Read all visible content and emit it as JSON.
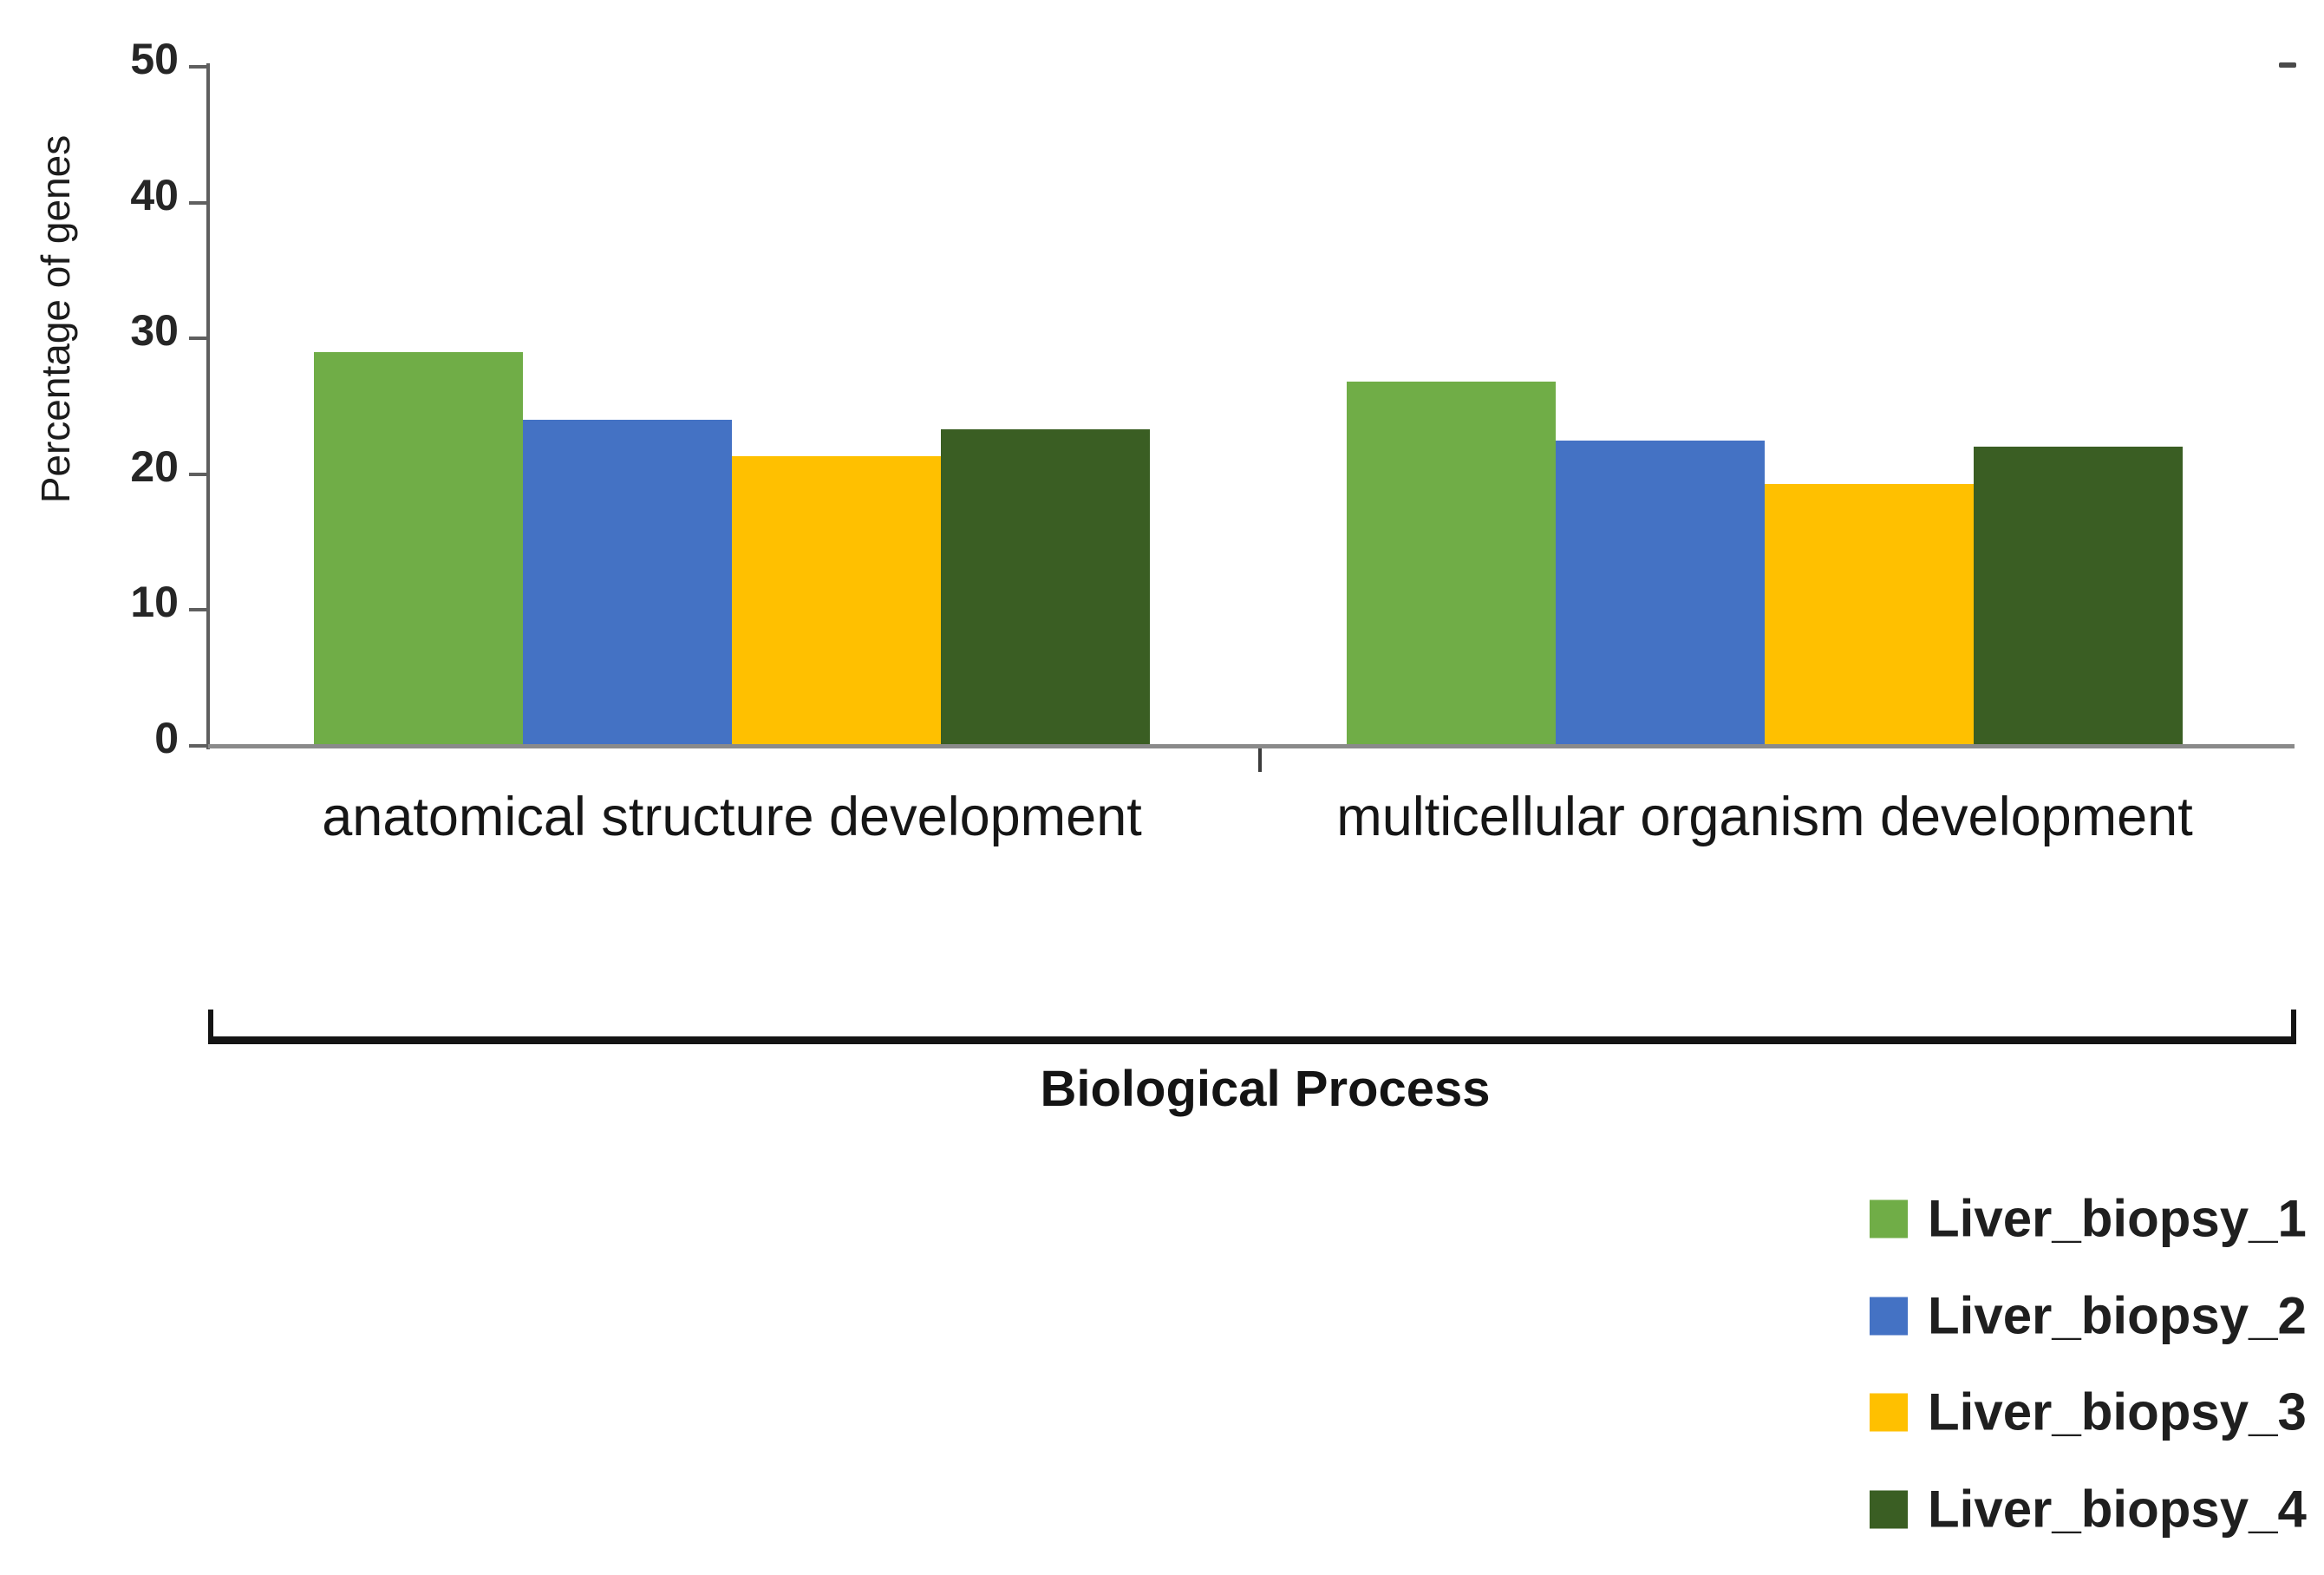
{
  "figure": {
    "background": "#ffffff",
    "axis_color": "#5f5f5f",
    "baseline_color": "#8a8a8a"
  },
  "chart_data": {
    "type": "bar",
    "title": "",
    "ylabel": "Percentage of genes",
    "xlabel": "",
    "group_axis_label": "Biological Process",
    "categories": [
      "anatomical structure development",
      "multicellular organism development"
    ],
    "series": [
      {
        "name": "Liver_biopsy_1",
        "color": "#70AD47",
        "values": [
          29.0,
          26.8
        ]
      },
      {
        "name": "Liver_biopsy_2",
        "color": "#4472C4",
        "values": [
          24.0,
          22.5
        ]
      },
      {
        "name": "Liver_biopsy_3",
        "color": "#FFC000",
        "values": [
          21.3,
          19.3
        ]
      },
      {
        "name": "Liver_biopsy_4",
        "color": "#3A5E23",
        "values": [
          23.3,
          22.0
        ]
      }
    ],
    "yticks": [
      0,
      10,
      20,
      30,
      40,
      50
    ],
    "ylim": [
      0,
      50
    ],
    "grid": false,
    "legend_position": "bottom-right",
    "legend_items": [
      "Liver_biopsy_1",
      "Liver_biopsy_2",
      "Liver_biopsy_3",
      "Liver_biopsy_4"
    ]
  }
}
